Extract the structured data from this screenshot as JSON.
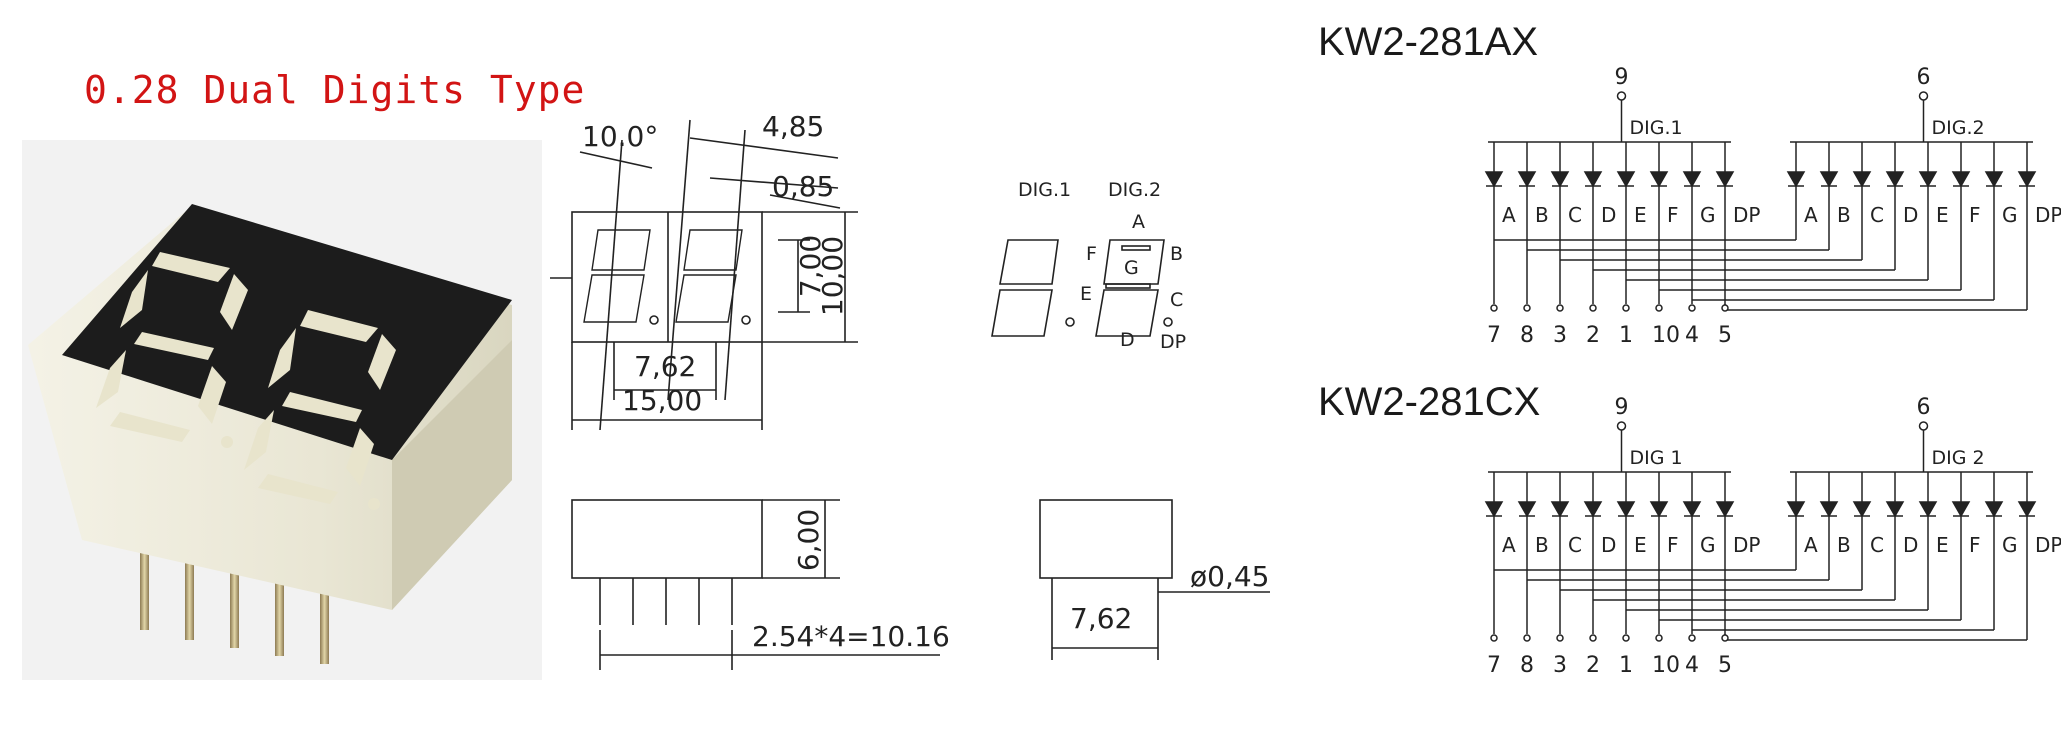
{
  "product_title": "0.28 Dual Digits Type",
  "drawings": {
    "front": {
      "angle": "10.0°",
      "dim_a": "4,85",
      "dim_b": "0,85",
      "height": "7,00",
      "outer_height": "10,00",
      "pitch": "7,62",
      "width": "15,00"
    },
    "side": {
      "height": "6,00",
      "pin_spacing": "2.54*4=10.16"
    },
    "end": {
      "pin_dia": "ø0,45",
      "row_spacing": "7,62"
    },
    "pinout": {
      "dig1": "DIG.1",
      "dig2": "DIG.2",
      "seg_a": "A",
      "seg_b": "B",
      "seg_c": "C",
      "seg_d": "D",
      "seg_e": "E",
      "seg_f": "F",
      "seg_g": "G",
      "seg_dp": "DP"
    }
  },
  "schematics": [
    {
      "model": "KW2-281AX",
      "common_pins": [
        "9",
        "6"
      ],
      "dig_labels": [
        "DIG.1",
        "DIG.2"
      ],
      "segments": [
        "A",
        "B",
        "C",
        "D",
        "E",
        "F",
        "G",
        "DP"
      ],
      "pins": [
        "7",
        "8",
        "3",
        "2",
        "1",
        "10",
        "4",
        "5"
      ]
    },
    {
      "model": "KW2-281CX",
      "common_pins": [
        "9",
        "6"
      ],
      "dig_labels": [
        "DIG 1",
        "DIG 2"
      ],
      "segments": [
        "A",
        "B",
        "C",
        "D",
        "E",
        "F",
        "G",
        "DP"
      ],
      "pins": [
        "7",
        "8",
        "3",
        "2",
        "1",
        "10",
        "4",
        "5"
      ]
    }
  ]
}
